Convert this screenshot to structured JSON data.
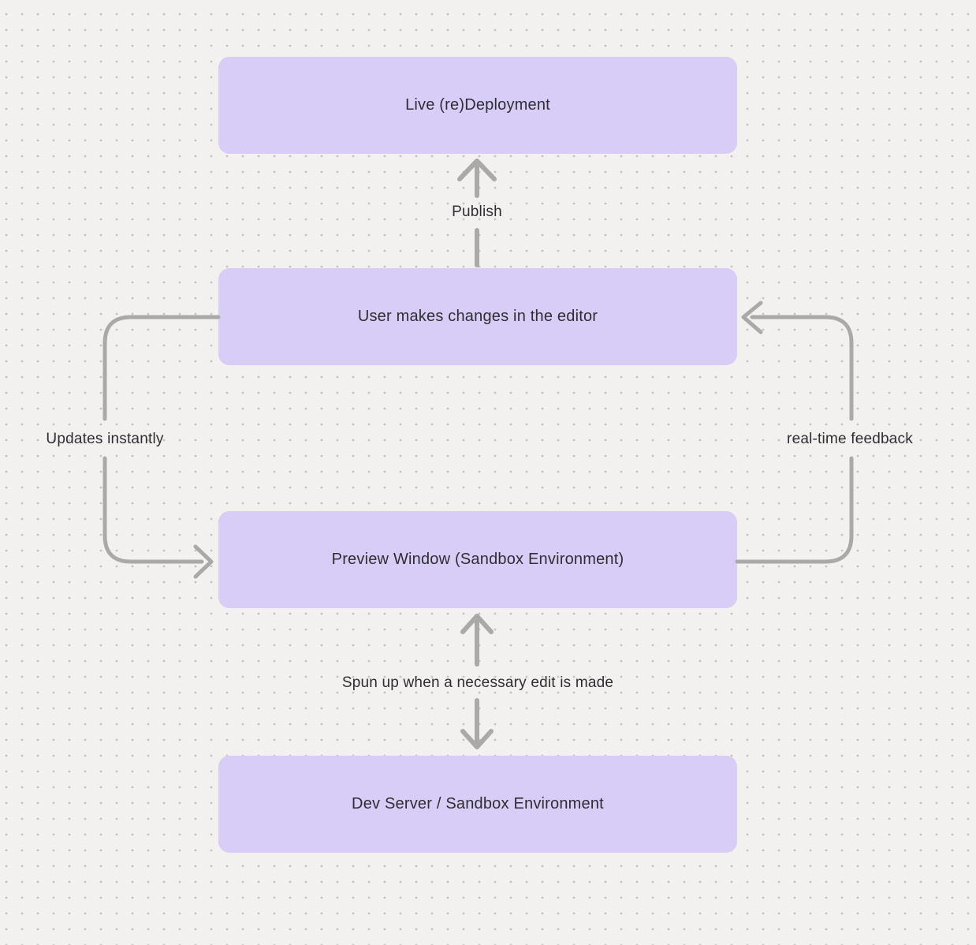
{
  "colors": {
    "bg": "#f2f1f0",
    "dot": "#c6c5c3",
    "node-fill": "#d7cdf6",
    "arrow": "#a9a9aa",
    "text": "#2e2e33"
  },
  "nodes": [
    {
      "label": "Live (re)Deployment"
    },
    {
      "label": "User makes changes in the editor"
    },
    {
      "label": "Preview Window (Sandbox Environment)"
    },
    {
      "label": "Dev Server / Sandbox Environment"
    }
  ],
  "edges": [
    {
      "label": "Publish",
      "from": "User makes changes in the editor",
      "to": "Live (re)Deployment",
      "direction": "up"
    },
    {
      "label": "Updates instantly",
      "from": "User makes changes in the editor",
      "to": "Preview Window (Sandbox Environment)",
      "direction": "left-loop-down"
    },
    {
      "label": "real-time feedback",
      "from": "Preview Window (Sandbox Environment)",
      "to": "User makes changes in the editor",
      "direction": "right-loop-up"
    },
    {
      "label": "Spun up when a necessary edit is made",
      "from": "Preview Window (Sandbox Environment)",
      "to": "Dev Server / Sandbox Environment",
      "direction": "bidirectional"
    }
  ]
}
